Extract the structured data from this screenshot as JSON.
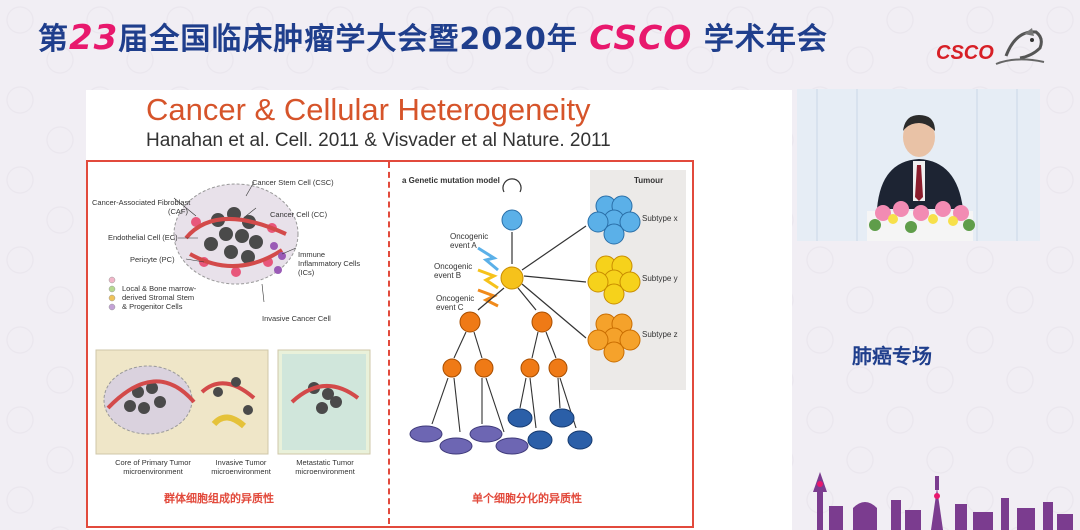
{
  "header": {
    "title_part1": "第",
    "title_num": "23",
    "title_part2": "届全国临床肿瘤学大会暨2020年",
    "title_brand": "CSCO",
    "title_part3": "学术年会",
    "logo_text": "CSCO"
  },
  "slide": {
    "title": "Cancer & Cellular Heterogeneity",
    "subtitle": "Hanahan et al. Cell. 2011 & Visvader et al  Nature. 2011",
    "left_labels": {
      "csc": "Cancer Stem Cell (CSC)",
      "caf": "Cancer-Associated Fibroblast\n(CAF)",
      "cc": "Cancer Cell (CC)",
      "ec": "Endothelial Cell (EC)",
      "ics": "Immune\nInflammatory Cells\n(ICs)",
      "pc": "Pericyte (PC)",
      "stromal": "Local & Bone marrow-\nderived Stromal Stem\n& Progenitor Cells",
      "invasive": "Invasive Cancer Cell",
      "core": "Core of Primary Tumor\nmicroenvironment",
      "invasive_tumor": "Invasive Tumor\nmicroenvironment",
      "metastatic": "Metastatic Tumor\nmicroenvironment"
    },
    "right_labels": {
      "model": "a Genetic mutation model",
      "tumour": "Tumour",
      "event_a": "Oncogenic\nevent A",
      "event_b": "Oncogenic\nevent B",
      "event_c": "Oncogenic\nevent C",
      "subtype_x": "Subtype x",
      "subtype_y": "Subtype y",
      "subtype_z": "Subtype z"
    },
    "caption_left": "群体细胞组成的异质性",
    "caption_right": "单个细胞分化的异质性"
  },
  "sidebar": {
    "session": "肺癌专场"
  },
  "colors": {
    "brand_blue": "#1f3e8c",
    "brand_pink": "#e8186d",
    "title_orange": "#d6542a",
    "frame_red": "#e24a3c"
  }
}
